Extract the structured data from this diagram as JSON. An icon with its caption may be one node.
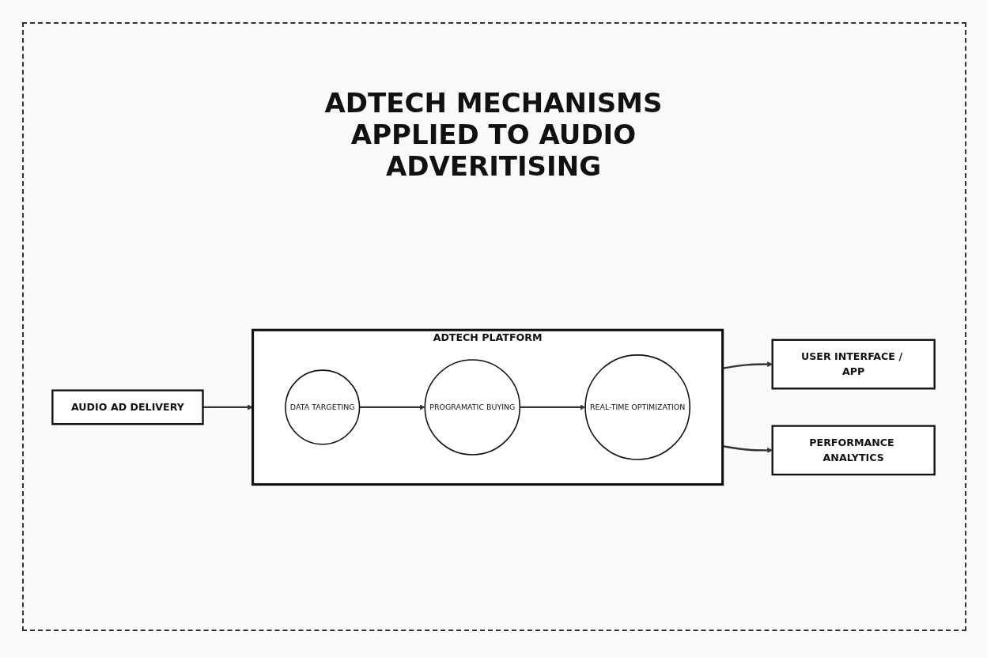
{
  "diagram": {
    "title": "ADTECH MECHANISMS APPLIED TO AUDIO ADVERITISING",
    "nodes": [
      {
        "text": [
          "AUDIO AD DELIVERY"
        ]
      },
      {
        "text": [
          "ADTECH PLATFORM"
        ]
      },
      {
        "text": [
          "DATA TARGETING"
        ],
        "in": 1
      },
      {
        "text": [
          "PROGRAMATIC BUYING"
        ],
        "in": 1
      },
      {
        "text": [
          "REAL-TIME OPTIMIZATION"
        ],
        "in": 1
      },
      {
        "text": [
          "USER INTERFACE / APP"
        ]
      },
      {
        "text": [
          "PERFORMANCE ANALYTICS"
        ]
      }
    ],
    "edges": [
      {
        "from": 0,
        "to": 1,
        "arrow": "to"
      },
      {
        "from": 2,
        "to": 3,
        "arrow": "to"
      },
      {
        "from": 3,
        "to": 4,
        "arrow": "to"
      },
      {
        "from": 1,
        "to": 5,
        "arrow": "to"
      },
      {
        "from": 1,
        "to": 6,
        "arrow": "to"
      }
    ]
  }
}
